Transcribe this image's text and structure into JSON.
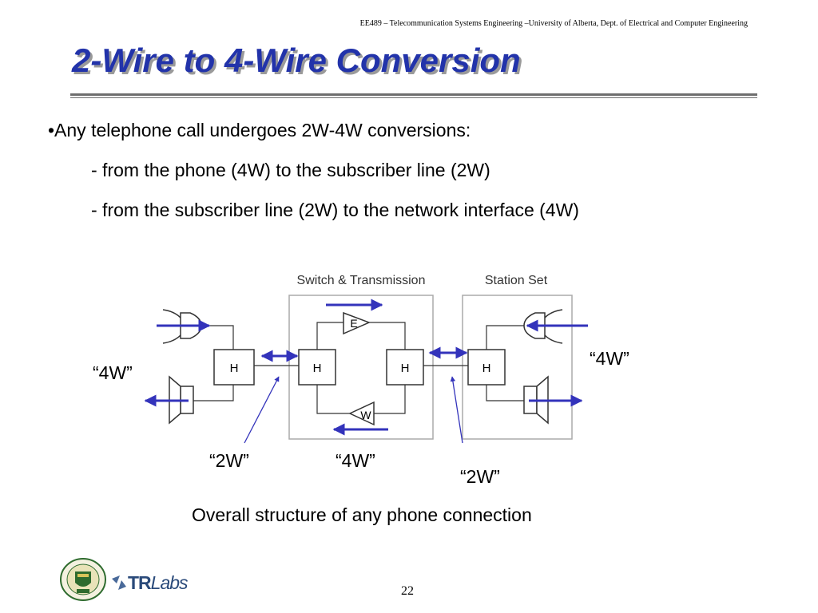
{
  "header": {
    "course": "EE489 – Telecommunication Systems Engineering –University of Alberta, Dept. of Electrical and Computer Engineering"
  },
  "slide": {
    "title": "2-Wire to 4-Wire Conversion",
    "bullet": "•Any telephone call undergoes 2W-4W conversions:",
    "sub_bullets": [
      "- from the phone (4W) to the subscriber line (2W)",
      "- from the subscriber line (2W) to the network interface (4W)"
    ]
  },
  "diagram": {
    "section_switch": "Switch & Transmission",
    "section_station": "Station Set",
    "hybrid_label": "H",
    "echo_label": "E",
    "w_label": "W",
    "label_4w_left": "“4W”",
    "label_4w_right": "“4W”",
    "label_2w_left": "“2W”",
    "label_4w_center": "“4W”",
    "label_2w_right": "“2W”",
    "caption": "Overall structure of any phone connection",
    "arrow_color": "#3333bb",
    "line_color": "#333333",
    "box_border_color": "#aaaaaa"
  },
  "footer": {
    "page_number": "22",
    "logo_tr_bold": "TR",
    "logo_tr_italic": "Labs",
    "logo_ua_alt": "university-of-alberta-seal"
  }
}
